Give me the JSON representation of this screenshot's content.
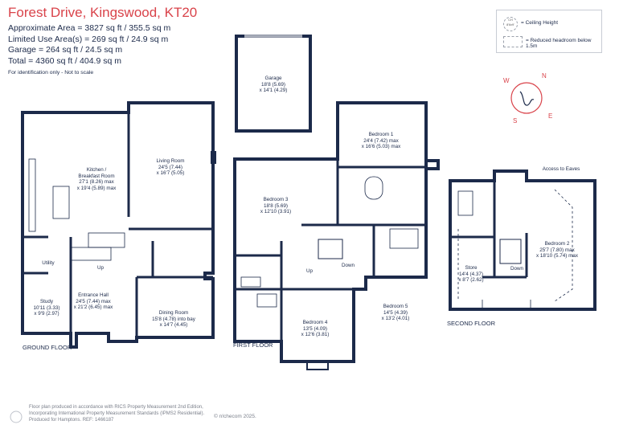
{
  "header": {
    "title": "Forest Drive, Kingswood, KT20",
    "areas": [
      "Approximate Area = 3827 sq ft / 355.5 sq m",
      "Limited Use Area(s) = 269 sq ft / 24.9 sq m",
      "Garage = 264 sq ft / 24.5 sq m",
      "Total = 4360 sq ft / 404.9 sq m"
    ],
    "note": "For identification only - Not to scale"
  },
  "legend": {
    "ceiling_icon": "CH 8'6x9'",
    "ceiling_label": "= Ceiling Height",
    "reduced_label": "= Reduced headroom below 1.5m"
  },
  "compass": {
    "n": "N",
    "e": "E",
    "s": "S",
    "w": "W"
  },
  "floors": {
    "ground": "GROUND FLOOR",
    "first": "FIRST FLOOR",
    "second": "SECOND FLOOR"
  },
  "rooms": {
    "garage": [
      "Garage",
      "18'8 (5.69)",
      "x 14'1 (4.29)"
    ],
    "kitchen": [
      "Kitchen /",
      "Breakfast Room",
      "27'1 (8.26) max",
      "x 19'4 (5.89) max"
    ],
    "living": [
      "Living Room",
      "24'5 (7.44)",
      "x 16'7 (5.05)"
    ],
    "utility": [
      "Utility"
    ],
    "study": [
      "Study",
      "10'11 (3.33)",
      "x 9'9 (2.97)"
    ],
    "hall": [
      "Entrance Hall",
      "24'5 (7.44) max",
      "x 21'2 (6.45) max"
    ],
    "dining": [
      "Dining Room",
      "15'8 (4.78) into bay",
      "x 14'7 (4.45)"
    ],
    "bed1": [
      "Bedroom 1",
      "24'4 (7.42) max",
      "x 16'6 (5.03) max"
    ],
    "bed3": [
      "Bedroom 3",
      "18'8 (5.69)",
      "x 12'10 (3.91)"
    ],
    "bed4": [
      "Bedroom 4",
      "13'5 (4.09)",
      "x 12'6 (3.81)"
    ],
    "bed5": [
      "Bedroom 5",
      "14'5 (4.39)",
      "x 13'2 (4.01)"
    ],
    "bed2": [
      "Bedroom 2",
      "25'7 (7.80) max",
      "x 18'10 (5.74) max"
    ],
    "store": [
      "Store",
      "14'4 (4.37)",
      "x 8'7 (2.62)"
    ],
    "eaves": [
      "Access to Eaves"
    ]
  },
  "stairs": {
    "up_gf": "Up",
    "up_ff": "Up",
    "down_ff": "Down",
    "down_sf": "Down"
  },
  "footer": {
    "lines": [
      "Floor plan produced in accordance with RICS Property Measurement 2nd Edition,",
      "Incorporating International Property Measurement Standards (IPMS2 Residential).",
      "Produced for Hamptons.   REF:  1466187"
    ],
    "brand": "© n!checom 2025."
  }
}
